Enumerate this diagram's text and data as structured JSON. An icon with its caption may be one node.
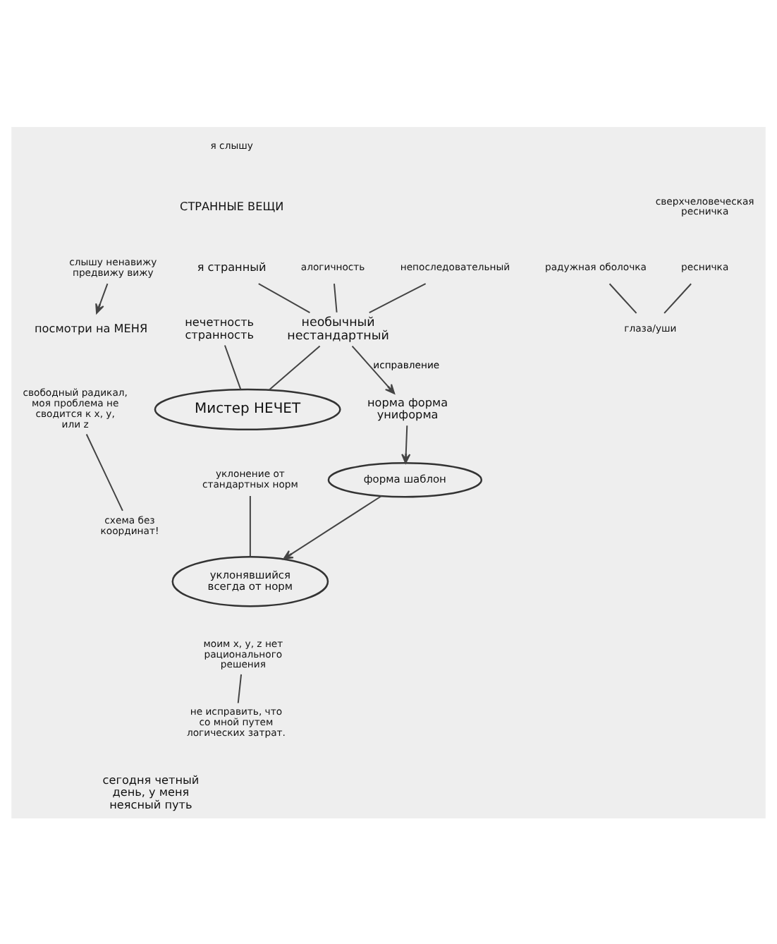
{
  "diagram": {
    "nodes": [
      {
        "text": [
          "Мистер НЕЧЕТ"
        ]
      },
      {
        "text": [
          "слышу ненавижу предвижу вижу"
        ]
      },
      {
        "text": [
          "посмотри на МЕНЯ"
        ]
      },
      {
        "text": [
          "радужная оболочка"
        ]
      },
      {
        "text": [
          "ресничка"
        ]
      },
      {
        "text": [
          "глаза/уши"
        ]
      },
      {
        "text": [
          "нечетность странность"
        ]
      },
      {
        "text": [
          "я странный"
        ]
      },
      {
        "text": [
          "непоследовательный"
        ]
      },
      {
        "text": [
          "необычный нестандартный"
        ]
      },
      {
        "text": [
          "алогичность"
        ]
      },
      {
        "text": [
          "норма форма униформа"
        ]
      },
      {
        "text": [
          "форма шаблон"
        ]
      },
      {
        "text": [
          "уклонение от стандартных норм"
        ]
      },
      {
        "text": [
          "уклонявшийся всегда от норм"
        ]
      },
      {
        "text": [
          "свободный радикал, моя проблема не сводится к х, у, или z"
        ]
      },
      {
        "text": [
          "схема без координат!"
        ]
      },
      {
        "text": [
          "моим х, у, z нет рационального решения"
        ]
      },
      {
        "text": [
          "не исправить, что со мной путем логических затрат."
        ]
      }
    ],
    "edges": [
      {
        "from": 1,
        "to": 2,
        "arrow": "to"
      },
      {
        "from": 3,
        "to": 5,
        "arrow": "none"
      },
      {
        "from": 4,
        "to": 5,
        "arrow": "none"
      },
      {
        "from": 6,
        "to": 0,
        "arrow": "none"
      },
      {
        "from": 7,
        "to": 9,
        "arrow": "none"
      },
      {
        "from": 8,
        "to": 9,
        "arrow": "none"
      },
      {
        "from": 10,
        "to": 9,
        "arrow": "none"
      },
      {
        "from": 9,
        "to": 0,
        "arrow": "none"
      },
      {
        "from": 9,
        "to": 11,
        "arrow": "to",
        "label": "исправление"
      },
      {
        "from": 11,
        "to": 12,
        "arrow": "to"
      },
      {
        "from": 12,
        "to": 14,
        "arrow": "to"
      },
      {
        "from": 13,
        "to": 14,
        "arrow": "none"
      },
      {
        "from": 15,
        "to": 16,
        "arrow": "none"
      },
      {
        "from": 17,
        "to": 18,
        "arrow": "none"
      }
    ],
    "labels": [
      "я слышу",
      "СТРАННЫЕ ВЕЩИ",
      "сверхчеловеческая ресничка",
      "сегодня четный день, у меня неясный путь"
    ]
  }
}
